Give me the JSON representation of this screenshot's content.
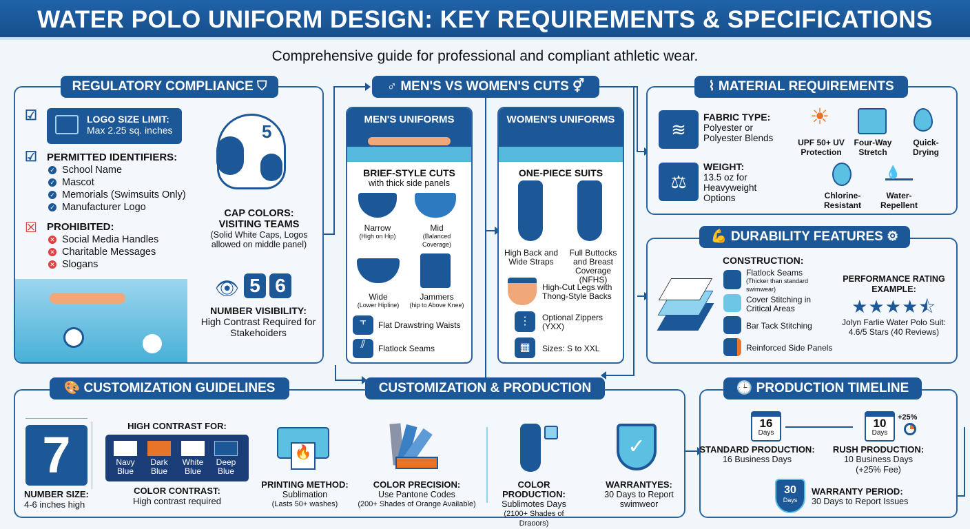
{
  "title": "WATER POLO UNIFORM DESIGN: KEY REQUIREMENTS & SPECIFICATIONS",
  "subtitle": "Comprehensive guide for professional and compliant athletic wear.",
  "colors": {
    "primary": "#1c5797",
    "accent": "#e8742a",
    "water": "#55b8dc",
    "background": "#f1f6fb"
  },
  "regulatory": {
    "title": "REGULATORY COMPLIANCE",
    "icon": "shield-check-icon",
    "logo": {
      "label": "LOGO SIZE LIMIT:",
      "value": "Max 2.25 sq. inches"
    },
    "permitted": {
      "label": "PERMITTED IDENTIFIERS:",
      "items": [
        "School Name",
        "Mascot",
        "Memorials (Swimsuits Only)",
        "Manufacturer Logo"
      ]
    },
    "prohibited": {
      "label": "PROHIBITED:",
      "items": [
        "Social Media Handles",
        "Charitable Messages",
        "Slogans"
      ]
    },
    "cap": {
      "number": "5",
      "label1": "CAP COLORS:",
      "label2": "VISITING TEAMS",
      "note": "(Solid White Caps, Logos allowed on middle panel)"
    },
    "visibility": {
      "numbers": [
        "5",
        "6"
      ],
      "label": "NUMBER VISIBILITY:",
      "note": "High Contrast Required for Stakehoiders"
    }
  },
  "cuts": {
    "title": "MEN'S VS WOMEN'S CUTS",
    "men": {
      "header": "MEN'S UNIFORMS",
      "heading": "BRIEF-STYLE CUTS",
      "subheading": "with thick side panels",
      "styles": [
        {
          "name": "Narrow",
          "note": "(High on Hip)"
        },
        {
          "name": "Mid",
          "note": "(Balanced Coverage)"
        },
        {
          "name": "Wide",
          "note": "(Lower Hipline)"
        },
        {
          "name": "Jammers",
          "note": "(hip to Above Knee)"
        }
      ],
      "features": [
        "Flat Drawstring Waists",
        "Flatlock Seams"
      ]
    },
    "women": {
      "header": "WOMEN'S UNIFORMS",
      "heading": "ONE-PIECE SUITS",
      "styles": [
        "High Back and Wide Straps",
        "Full Buttocks and Breast Coverage (NFHS)"
      ],
      "features": [
        "High-Cut Legs with Thong-Style Backs",
        "Optional Zippers (YXX)",
        "Sizes: S to XXL"
      ]
    }
  },
  "material": {
    "title": "MATERIAL REQUIREMENTS",
    "fabric": {
      "label": "FABRIC TYPE:",
      "value": "Polyester or Polyester Blends"
    },
    "weight": {
      "label": "WEIGHT:",
      "value": "13.5 oz for Heavyweight Options"
    },
    "properties": [
      "UPF 50+ UV Protection",
      "Four-Way Stretch",
      "Quick-Drying",
      "Chlorine-Resistant",
      "Water-Repellent"
    ]
  },
  "durability": {
    "title": "DURABILITY FEATURES",
    "construction_label": "CONSTRUCTION:",
    "construction": [
      {
        "name": "Flatlock Seams",
        "note": "(Thicker than standard swimwear)"
      },
      {
        "name": "Cover Stitching in Critical Areas",
        "note": ""
      },
      {
        "name": "Bar Tack Stitching",
        "note": ""
      },
      {
        "name": "Reinforced Side Panels",
        "note": ""
      }
    ],
    "rating": {
      "label": "PERFORMANCE RATING EXAMPLE:",
      "stars": 4.6,
      "max": 5,
      "text": "Jolyn Farlie Water Polo Suit: 4.6/5 Stars (40 Reviews)"
    }
  },
  "customization": {
    "title": "CUSTOMIZATION GUIDELINES",
    "production_title": "CUSTOMIZATION & PRODUCTION",
    "number": {
      "digit": "7",
      "label": "NUMBER SIZE:",
      "value": "4-6 inches high"
    },
    "contrast": {
      "heading": "HIGH CONTRAST FOR:",
      "swatches": [
        {
          "name": "Navy Blue",
          "color": "#ffffff"
        },
        {
          "name": "Dark Blue",
          "color": "#e8742a"
        },
        {
          "name": "White Blue",
          "color": "#ffffff"
        },
        {
          "name": "Deep Blue",
          "color": "#1c5797"
        }
      ],
      "label": "COLOR CONTRAST:",
      "value": "High contrast required"
    },
    "printing": {
      "label": "PRINTING METHOD:",
      "value": "Sublimation",
      "note": "(Lasts 50+ washes)"
    },
    "precision": {
      "label": "COLOR PRECISION:",
      "value": "Use Pantone Codes",
      "note": "(200+ Shades of Orange Available)"
    },
    "color_production": {
      "label": "COLOR PRODUCTION:",
      "value": "Sublimotes Days",
      "note": "(2100+ Shades of Draoors)"
    },
    "warranty": {
      "label": "WARRANTYES:",
      "value": "30 Days to Report swimweor"
    }
  },
  "timeline": {
    "title": "PRODUCTION TIMELINE",
    "standard": {
      "days": "16",
      "unit": "Days",
      "label": "STANDARD PRODUCTION:",
      "value": "16 Business Days"
    },
    "rush": {
      "days": "10",
      "unit": "Days",
      "fee": "+25%",
      "label": "RUSH PRODUCTION:",
      "value": "10 Business Days",
      "note": "(+25% Fee)"
    },
    "warranty": {
      "days": "30",
      "unit": "Days",
      "label": "WARRANTY PERIOD:",
      "value": "30 Days to Report Issues"
    }
  }
}
